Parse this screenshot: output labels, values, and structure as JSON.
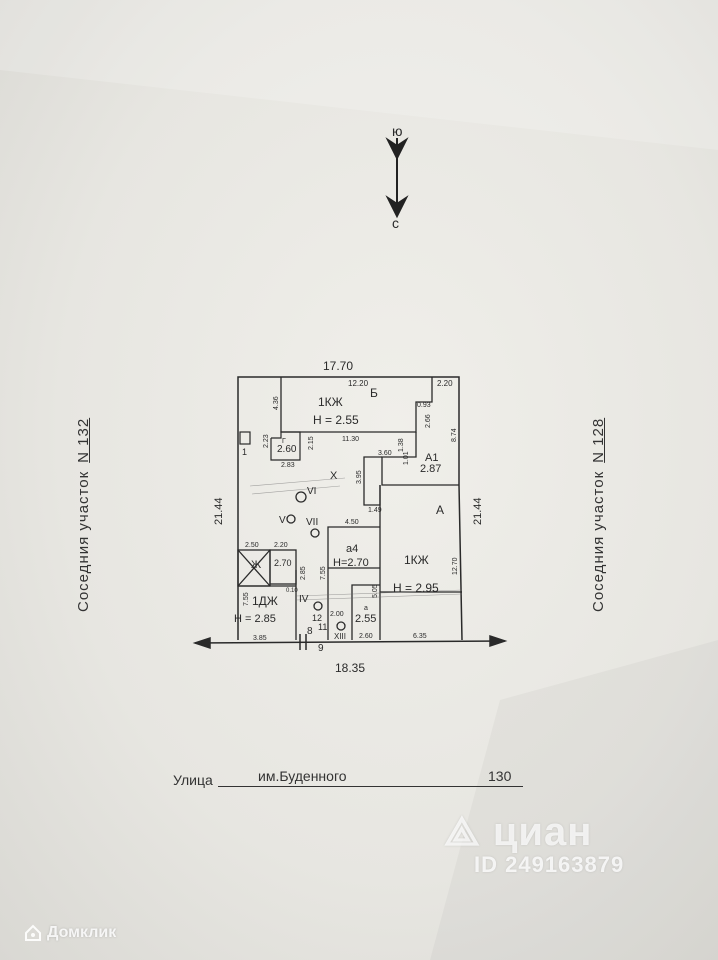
{
  "compass": {
    "top": "ю",
    "bottom": "с"
  },
  "dimensions": {
    "top_width": "17.70",
    "bottom_width": "18.35",
    "left_height": "21.44",
    "right_height": "21.44",
    "d_12_20": "12.20",
    "d_2_20_top": "2.20",
    "d_4_36": "4.36",
    "d_0_93": "0.93",
    "d_2_66": "2.66",
    "d_8_74": "8.74",
    "d_11_30": "11.30",
    "d_2_23": "2.23",
    "d_2_15": "2.15",
    "d_2_83": "2.83",
    "d_1_01": "1.01",
    "d_1_38": "1.38",
    "d_3_60": "3.60",
    "d_3_95": "3.95",
    "d_1_49": "1.49",
    "d_4_50": "4.50",
    "d_2_50": "2.50",
    "d_2_20": "2.20",
    "d_2_85": "2.85",
    "d_7_55a": "7.55",
    "d_7_55b": "7.55",
    "d_12_70": "12.70",
    "d_5_05": "5.05",
    "d_2_00": "2.00",
    "d_3_85": "3.85",
    "d_2_60": "2.60",
    "d_6_35": "6.35",
    "d_0_10": "0.10"
  },
  "buildings": {
    "b_letter": "Б",
    "b_type": "1КЖ",
    "b_height": "Н = 2.55",
    "a1_letter": "А1",
    "a1_height": "2.87",
    "a_letter": "А",
    "a_type": "1КЖ",
    "a_height": "Н = 2.95",
    "a4_letter": "а4",
    "a4_height": "Н=2.70",
    "g_letter": "Г",
    "g_small": "2.60",
    "zh_letter": "Ж",
    "zh_small": "2.70",
    "d_type": "1ДЖ",
    "d_height": "Н = 2.85",
    "small_height": "2.55",
    "small_letter": "а"
  },
  "markers": {
    "x": "X",
    "vi": "VI",
    "v": "V",
    "vii": "VII",
    "iv": "IV",
    "n8": "8",
    "n11": "11",
    "n12": "12",
    "xiii": "XIII",
    "n9": "9",
    "n1": "1"
  },
  "neighbors": {
    "left_label": "Соседния участок",
    "left_number": "N 132",
    "right_label": "Соседния участок",
    "right_number": "N 128"
  },
  "street": {
    "prefix": "Улица",
    "name": "им.Буденного",
    "number": "130"
  },
  "watermarks": {
    "cian_brand": "циан",
    "cian_id": "ID 249163879",
    "domclick": "Домклик"
  }
}
